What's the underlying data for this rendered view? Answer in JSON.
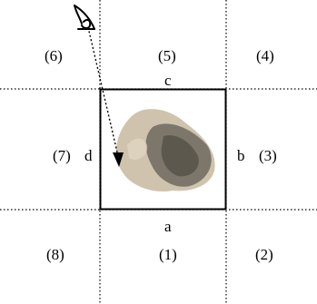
{
  "diagram": {
    "regions": [
      {
        "id": "1",
        "label": "(1)"
      },
      {
        "id": "2",
        "label": "(2)"
      },
      {
        "id": "3",
        "label": "(3)"
      },
      {
        "id": "4",
        "label": "(4)"
      },
      {
        "id": "5",
        "label": "(5)"
      },
      {
        "id": "6",
        "label": "(6)"
      },
      {
        "id": "7",
        "label": "(7)"
      },
      {
        "id": "8",
        "label": "(8)"
      }
    ],
    "sides": {
      "a": "a",
      "b": "b",
      "c": "c",
      "d": "d"
    },
    "colors": {
      "line": "#000000",
      "object_light": "#cfc3ad",
      "object_dark": "#6e6a5e"
    },
    "icons": [
      "eye-icon",
      "sight-arrow",
      "rock-object"
    ]
  }
}
